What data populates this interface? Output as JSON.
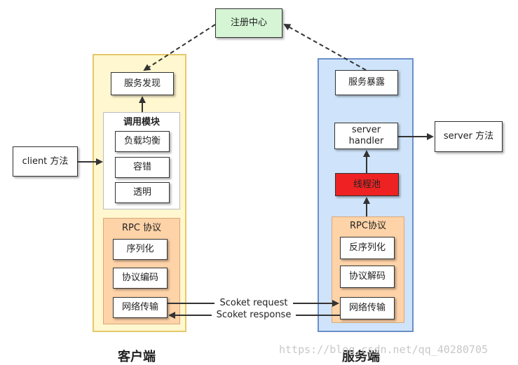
{
  "registry": {
    "label": "注册中心"
  },
  "client": {
    "method": "client 方法",
    "title": "客户端",
    "discovery": "服务发现",
    "invoke": {
      "title": "调用模块",
      "items": [
        "负载均衡",
        "容错",
        "透明"
      ]
    },
    "rpc": {
      "title": "RPC 协议",
      "items": [
        "序列化",
        "协议编码",
        "网络传输"
      ]
    }
  },
  "server": {
    "title": "服务端",
    "expose": "服务暴露",
    "handler_line1": "server",
    "handler_line2": "handler",
    "method": "server 方法",
    "threadpool": "线程池",
    "rpc": {
      "title": "RPC协议",
      "items": [
        "反序列化",
        "协议解码",
        "网络传输"
      ]
    }
  },
  "links": {
    "request": "Scoket request",
    "response": "Scoket response"
  },
  "watermark": "https://blog.csdn.net/qq_40280705",
  "colors": {
    "registry_fill": "#d5f5d5",
    "client_panel": "#fff7cf",
    "server_panel": "#cfe4fb",
    "rpc_panel": "#ffd3a8",
    "threadpool": "#ee2222"
  }
}
